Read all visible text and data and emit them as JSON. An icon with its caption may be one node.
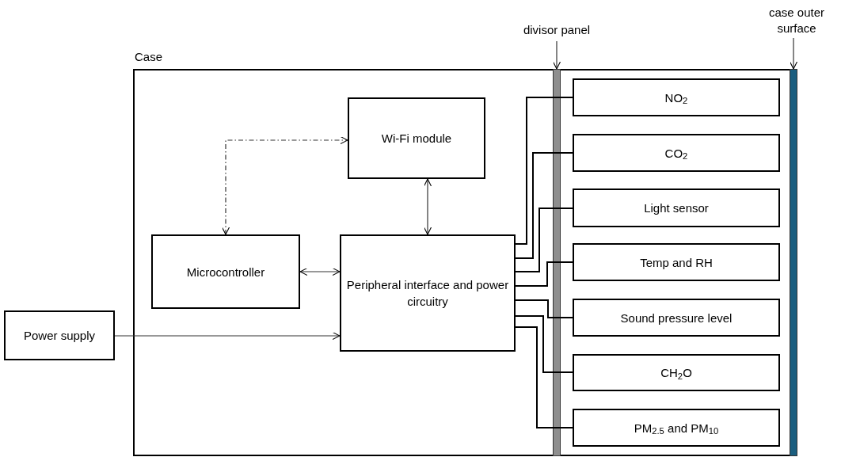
{
  "diagram": {
    "nodes": [
      {
        "text": [
          "Case"
        ]
      },
      {
        "text": [
          "Wi-Fi module"
        ],
        "in": 0
      },
      {
        "text": [
          "Microcontroller"
        ],
        "in": 0
      },
      {
        "text": [
          "Peripheral interface and power circuitry"
        ],
        "in": 0
      },
      {
        "text": [
          "Power supply"
        ]
      },
      {
        "text": [],
        "shape": "bar",
        "in": 0
      },
      {
        "text": [],
        "shape": "bar",
        "in": 0
      },
      {
        "text": [
          "NO$_{2}$"
        ],
        "in": 0
      },
      {
        "text": [
          "CO$_{2}$"
        ],
        "in": 0
      },
      {
        "text": [
          "Light sensor"
        ],
        "in": 0
      },
      {
        "text": [
          "Temp and RH"
        ],
        "in": 0
      },
      {
        "text": [
          "Sound pressure level"
        ],
        "in": 0
      },
      {
        "text": [
          "CH$_{2}$O"
        ],
        "in": 0
      },
      {
        "text": [
          "PM$_{2.5}$ and PM$_{10}$"
        ],
        "in": 0
      },
      {
        "text": [
          "divisor panel"
        ]
      },
      {
        "text": [
          "case outer surface"
        ]
      }
    ],
    "edges": [
      {
        "from": 2,
        "to": 1,
        "arrow": "both",
        "style": "dashed"
      },
      {
        "from": 1,
        "to": 3,
        "arrow": "both"
      },
      {
        "from": 2,
        "to": 3,
        "arrow": "both"
      },
      {
        "from": 4,
        "to": 3,
        "arrow": "to"
      },
      {
        "from": 3,
        "to": 7,
        "arrow": "none"
      },
      {
        "from": 3,
        "to": 8,
        "arrow": "none"
      },
      {
        "from": 3,
        "to": 9,
        "arrow": "none"
      },
      {
        "from": 3,
        "to": 10,
        "arrow": "none"
      },
      {
        "from": 3,
        "to": 11,
        "arrow": "none"
      },
      {
        "from": 3,
        "to": 12,
        "arrow": "none"
      },
      {
        "from": 3,
        "to": 13,
        "arrow": "none"
      },
      {
        "from": 14,
        "to": 5,
        "arrow": "to"
      },
      {
        "from": 15,
        "to": 6,
        "arrow": "to"
      }
    ]
  }
}
